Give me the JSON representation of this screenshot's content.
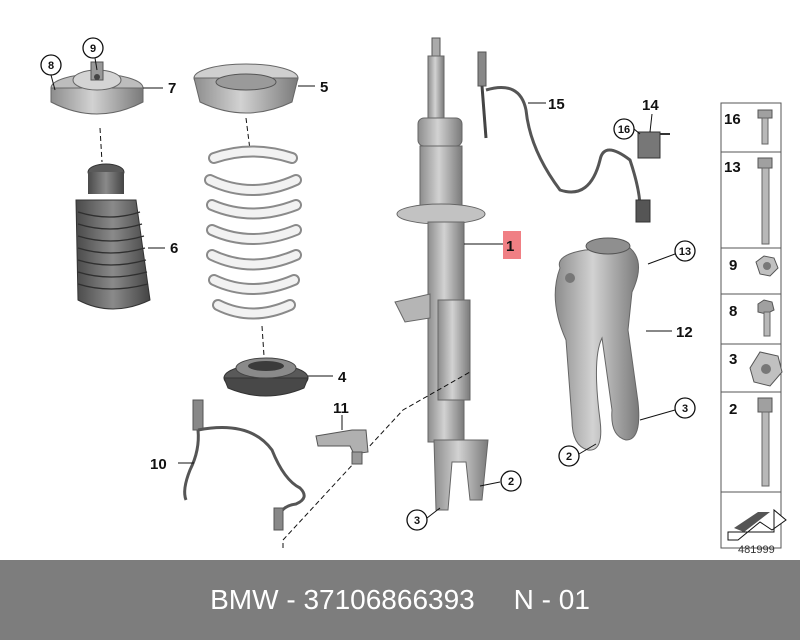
{
  "callouts": {
    "c1": "1",
    "c2a": "2",
    "c2b": "2",
    "c3a": "3",
    "c3b": "3",
    "c4": "4",
    "c5": "5",
    "c6": "6",
    "c7": "7",
    "c8": "8",
    "c9": "9",
    "c10": "10",
    "c11": "11",
    "c12": "12",
    "c13": "13",
    "c14": "14",
    "c15": "15",
    "c16": "16"
  },
  "legend": [
    "16",
    "13",
    "9",
    "8",
    "3",
    "2"
  ],
  "diagram_number": "481999",
  "footer": {
    "brand": "BMW",
    "sep1": " - ",
    "part_number": "37106866393",
    "gap": "     ",
    "page": "N - 01"
  },
  "colors": {
    "highlight": "#f07f84",
    "footer_bg": "#7d7d7d",
    "part_fill": "#a9a9a9",
    "part_dark": "#6e6e6e",
    "spring": "#ececec"
  }
}
